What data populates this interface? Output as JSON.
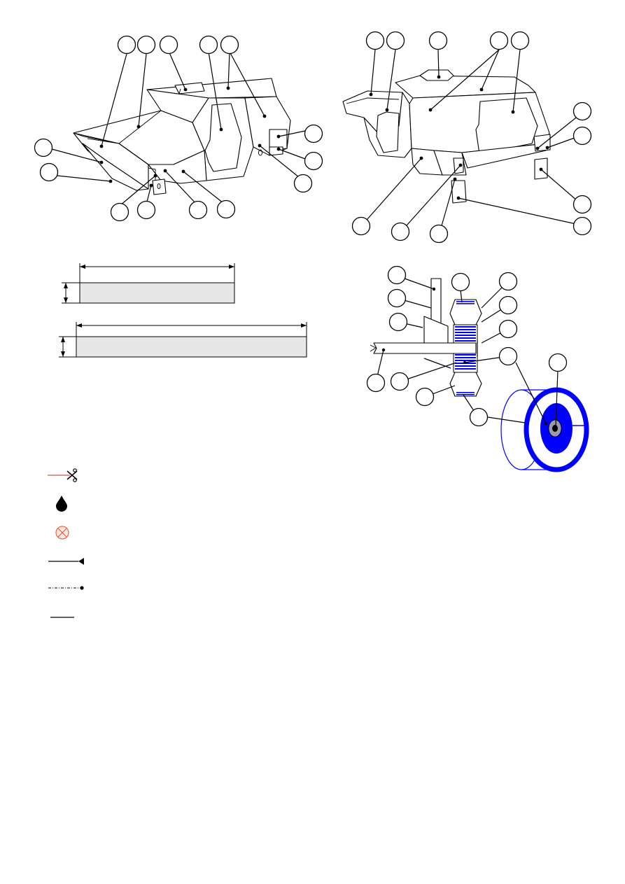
{
  "title": "",
  "views": {
    "left": "vehicle-body-left-view",
    "right": "vehicle-body-right-view"
  },
  "strips": [
    "strip-short",
    "strip-long"
  ],
  "detail": "wheel-assembly-detail",
  "legend": {
    "items": [
      {
        "icon": "scissors-cut-icon",
        "label": ""
      },
      {
        "icon": "glue-drop-icon",
        "label": ""
      },
      {
        "icon": "cut-out-hole-icon",
        "label": ""
      },
      {
        "icon": "mountain-fold-icon",
        "label": ""
      },
      {
        "icon": "valley-fold-icon",
        "label": ""
      },
      {
        "icon": "scale-bar-icon",
        "label": ""
      }
    ]
  },
  "colors": {
    "accent": "#0000ff",
    "cut_line": "#c0603a",
    "hole_cross": "#e05030",
    "strip_fill": "#e6e6e6"
  }
}
